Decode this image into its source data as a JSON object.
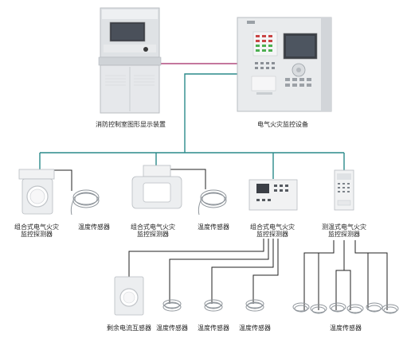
{
  "devices": {
    "graphic_display": {
      "label": "消防控制室图形显示装置"
    },
    "monitor_equipment": {
      "label": "电气火灾监控设备"
    },
    "detector_1": {
      "label_line1": "组合式电气火灾",
      "label_line2": "监控探测器"
    },
    "temp_sensor_1": {
      "label": "温度传感器"
    },
    "detector_2": {
      "label_line1": "组合式电气火灾",
      "label_line2": "监控探测器"
    },
    "temp_sensor_2": {
      "label": "温度传感器"
    },
    "detector_3": {
      "label_line1": "组合式电气火灾",
      "label_line2": "监控探测器"
    },
    "temp_detector": {
      "label_line1": "测温式电气火灾",
      "label_line2": "监控探测器"
    },
    "residual_ct": {
      "label": "剩余电流互感器"
    },
    "temp_sensor_a": {
      "label": "温度传感器"
    },
    "temp_sensor_b": {
      "label": "温度传感器"
    },
    "temp_sensor_c": {
      "label": "温度传感器"
    },
    "temp_sensor_group": {
      "label": "温度传感器"
    }
  },
  "colors": {
    "bus_line": "#2a8a8a",
    "link_line": "#b04a7e",
    "device_body": "#e9ebed",
    "device_shadow": "#c7cace",
    "screen": "#3b3f46"
  }
}
